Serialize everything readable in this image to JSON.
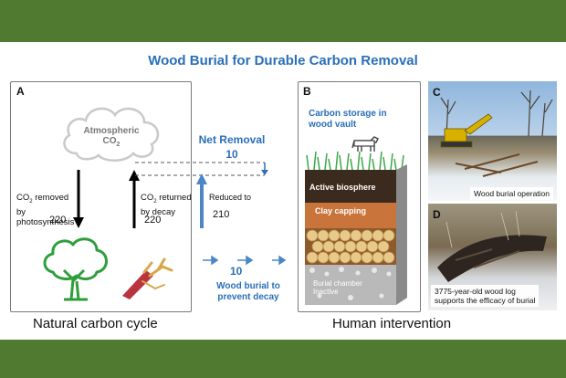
{
  "title": "Wood Burial for Durable Carbon Removal",
  "panel_a": {
    "letter": "A",
    "cloud_line1": "Atmospheric",
    "cloud_line2_base": "CO",
    "cloud_line2_sub": "2",
    "removed_label_base": "CO",
    "removed_label_sub": "2",
    "removed_label_rest": " removed by",
    "removed_label_line2": "photosynthesis",
    "removed_value": "220",
    "returned_label_base": "CO",
    "returned_label_sub": "2",
    "returned_label_rest": " returned",
    "returned_label_line2": "by decay",
    "returned_value": "220"
  },
  "middle": {
    "net_removal_label": "Net Removal",
    "net_removal_value": "10",
    "reduced_label": "Reduced to",
    "reduced_value": "210",
    "burial_value": "10",
    "burial_label_line1": "Wood burial to",
    "burial_label_line2": "prevent decay"
  },
  "panel_b": {
    "letter": "B",
    "heading_line1": "Carbon storage in",
    "heading_line2": "wood vault",
    "layer_active": "Active biosphere",
    "layer_clay": "Clay capping",
    "layer_chamber": "Burial chamber",
    "layer_inactive": "Inactive"
  },
  "photo_c": {
    "letter": "C",
    "caption": "Wood burial operation"
  },
  "photo_d": {
    "letter": "D",
    "caption_line1": "3775-year-old wood log",
    "caption_line2": "supports the efficacy of burial"
  },
  "captions": {
    "left": "Natural carbon cycle",
    "right": "Human intervention"
  },
  "colors": {
    "band": "#4f7a2f",
    "accent_blue": "#2a6fb8",
    "tree_green": "#2e9e3a",
    "log_red": "#b8353f"
  }
}
